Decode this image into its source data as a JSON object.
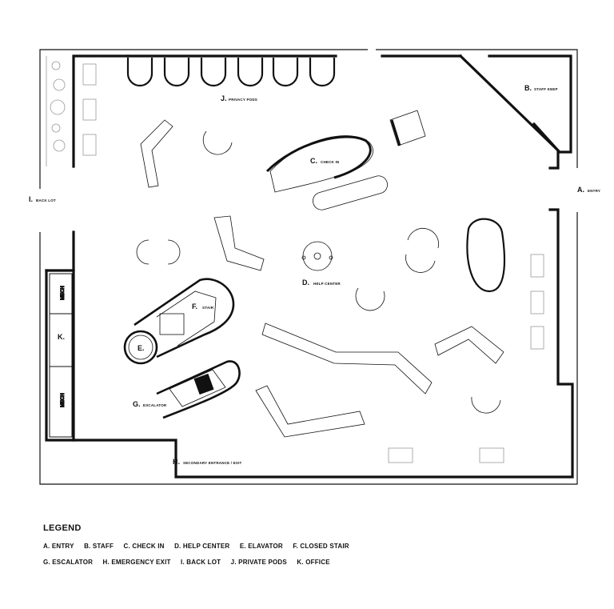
{
  "labels": {
    "staff_keep": {
      "code": "B.",
      "text": "STAFF KEEP"
    },
    "privacy_pods": {
      "code": "J.",
      "text": "PRIVACY PODS"
    },
    "check_in": {
      "code": "C.",
      "text": "CHECK IN"
    },
    "entry": {
      "code": "A.",
      "text": "ENTRY"
    },
    "back_lot": {
      "code": "I.",
      "text": "BACK LOT"
    },
    "help_center": {
      "code": "D.",
      "text": "HELP CENTER"
    },
    "stair": {
      "code": "F.",
      "text": "STAIR"
    },
    "elevator": {
      "code": "E.",
      "text": ""
    },
    "escalator": {
      "code": "G.",
      "text": "ESCALATOR"
    },
    "secondary_entrance": {
      "code": "H.",
      "text": "SECONDARY ENTRANCE / EXIT"
    },
    "office": {
      "code": "K.",
      "text": ""
    },
    "mech": "MECH"
  },
  "legend": {
    "title": "LEGEND",
    "row1": [
      "A. ENTRY",
      "B. STAFF",
      "C. CHECK IN",
      "D. HELP CENTER",
      "E. ELAVATOR",
      "F. CLOSED STAIR"
    ],
    "row2": [
      "G. ESCALATOR",
      "H. EMERGENCY EXIT",
      "I. BACK LOT",
      "J. PRIVATE PODS",
      "K. OFFICE"
    ]
  }
}
